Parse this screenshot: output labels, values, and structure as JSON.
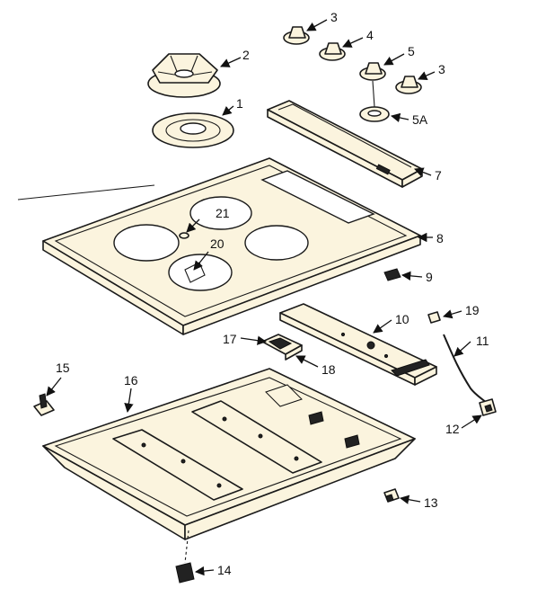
{
  "callouts": [
    {
      "id": "c1",
      "label": "1"
    },
    {
      "id": "c2",
      "label": "2"
    },
    {
      "id": "c3a",
      "label": "3"
    },
    {
      "id": "c4",
      "label": "4"
    },
    {
      "id": "c5",
      "label": "5"
    },
    {
      "id": "c3b",
      "label": "3"
    },
    {
      "id": "c5a",
      "label": "5A"
    },
    {
      "id": "c7",
      "label": "7"
    },
    {
      "id": "c8",
      "label": "8"
    },
    {
      "id": "c9",
      "label": "9"
    },
    {
      "id": "c10",
      "label": "10"
    },
    {
      "id": "c11",
      "label": "11"
    },
    {
      "id": "c12",
      "label": "12"
    },
    {
      "id": "c13",
      "label": "13"
    },
    {
      "id": "c14",
      "label": "14"
    },
    {
      "id": "c15",
      "label": "15"
    },
    {
      "id": "c16",
      "label": "16"
    },
    {
      "id": "c17",
      "label": "17"
    },
    {
      "id": "c18",
      "label": "18"
    },
    {
      "id": "c19",
      "label": "19"
    },
    {
      "id": "c20",
      "label": "20"
    },
    {
      "id": "c21",
      "label": "21"
    }
  ]
}
